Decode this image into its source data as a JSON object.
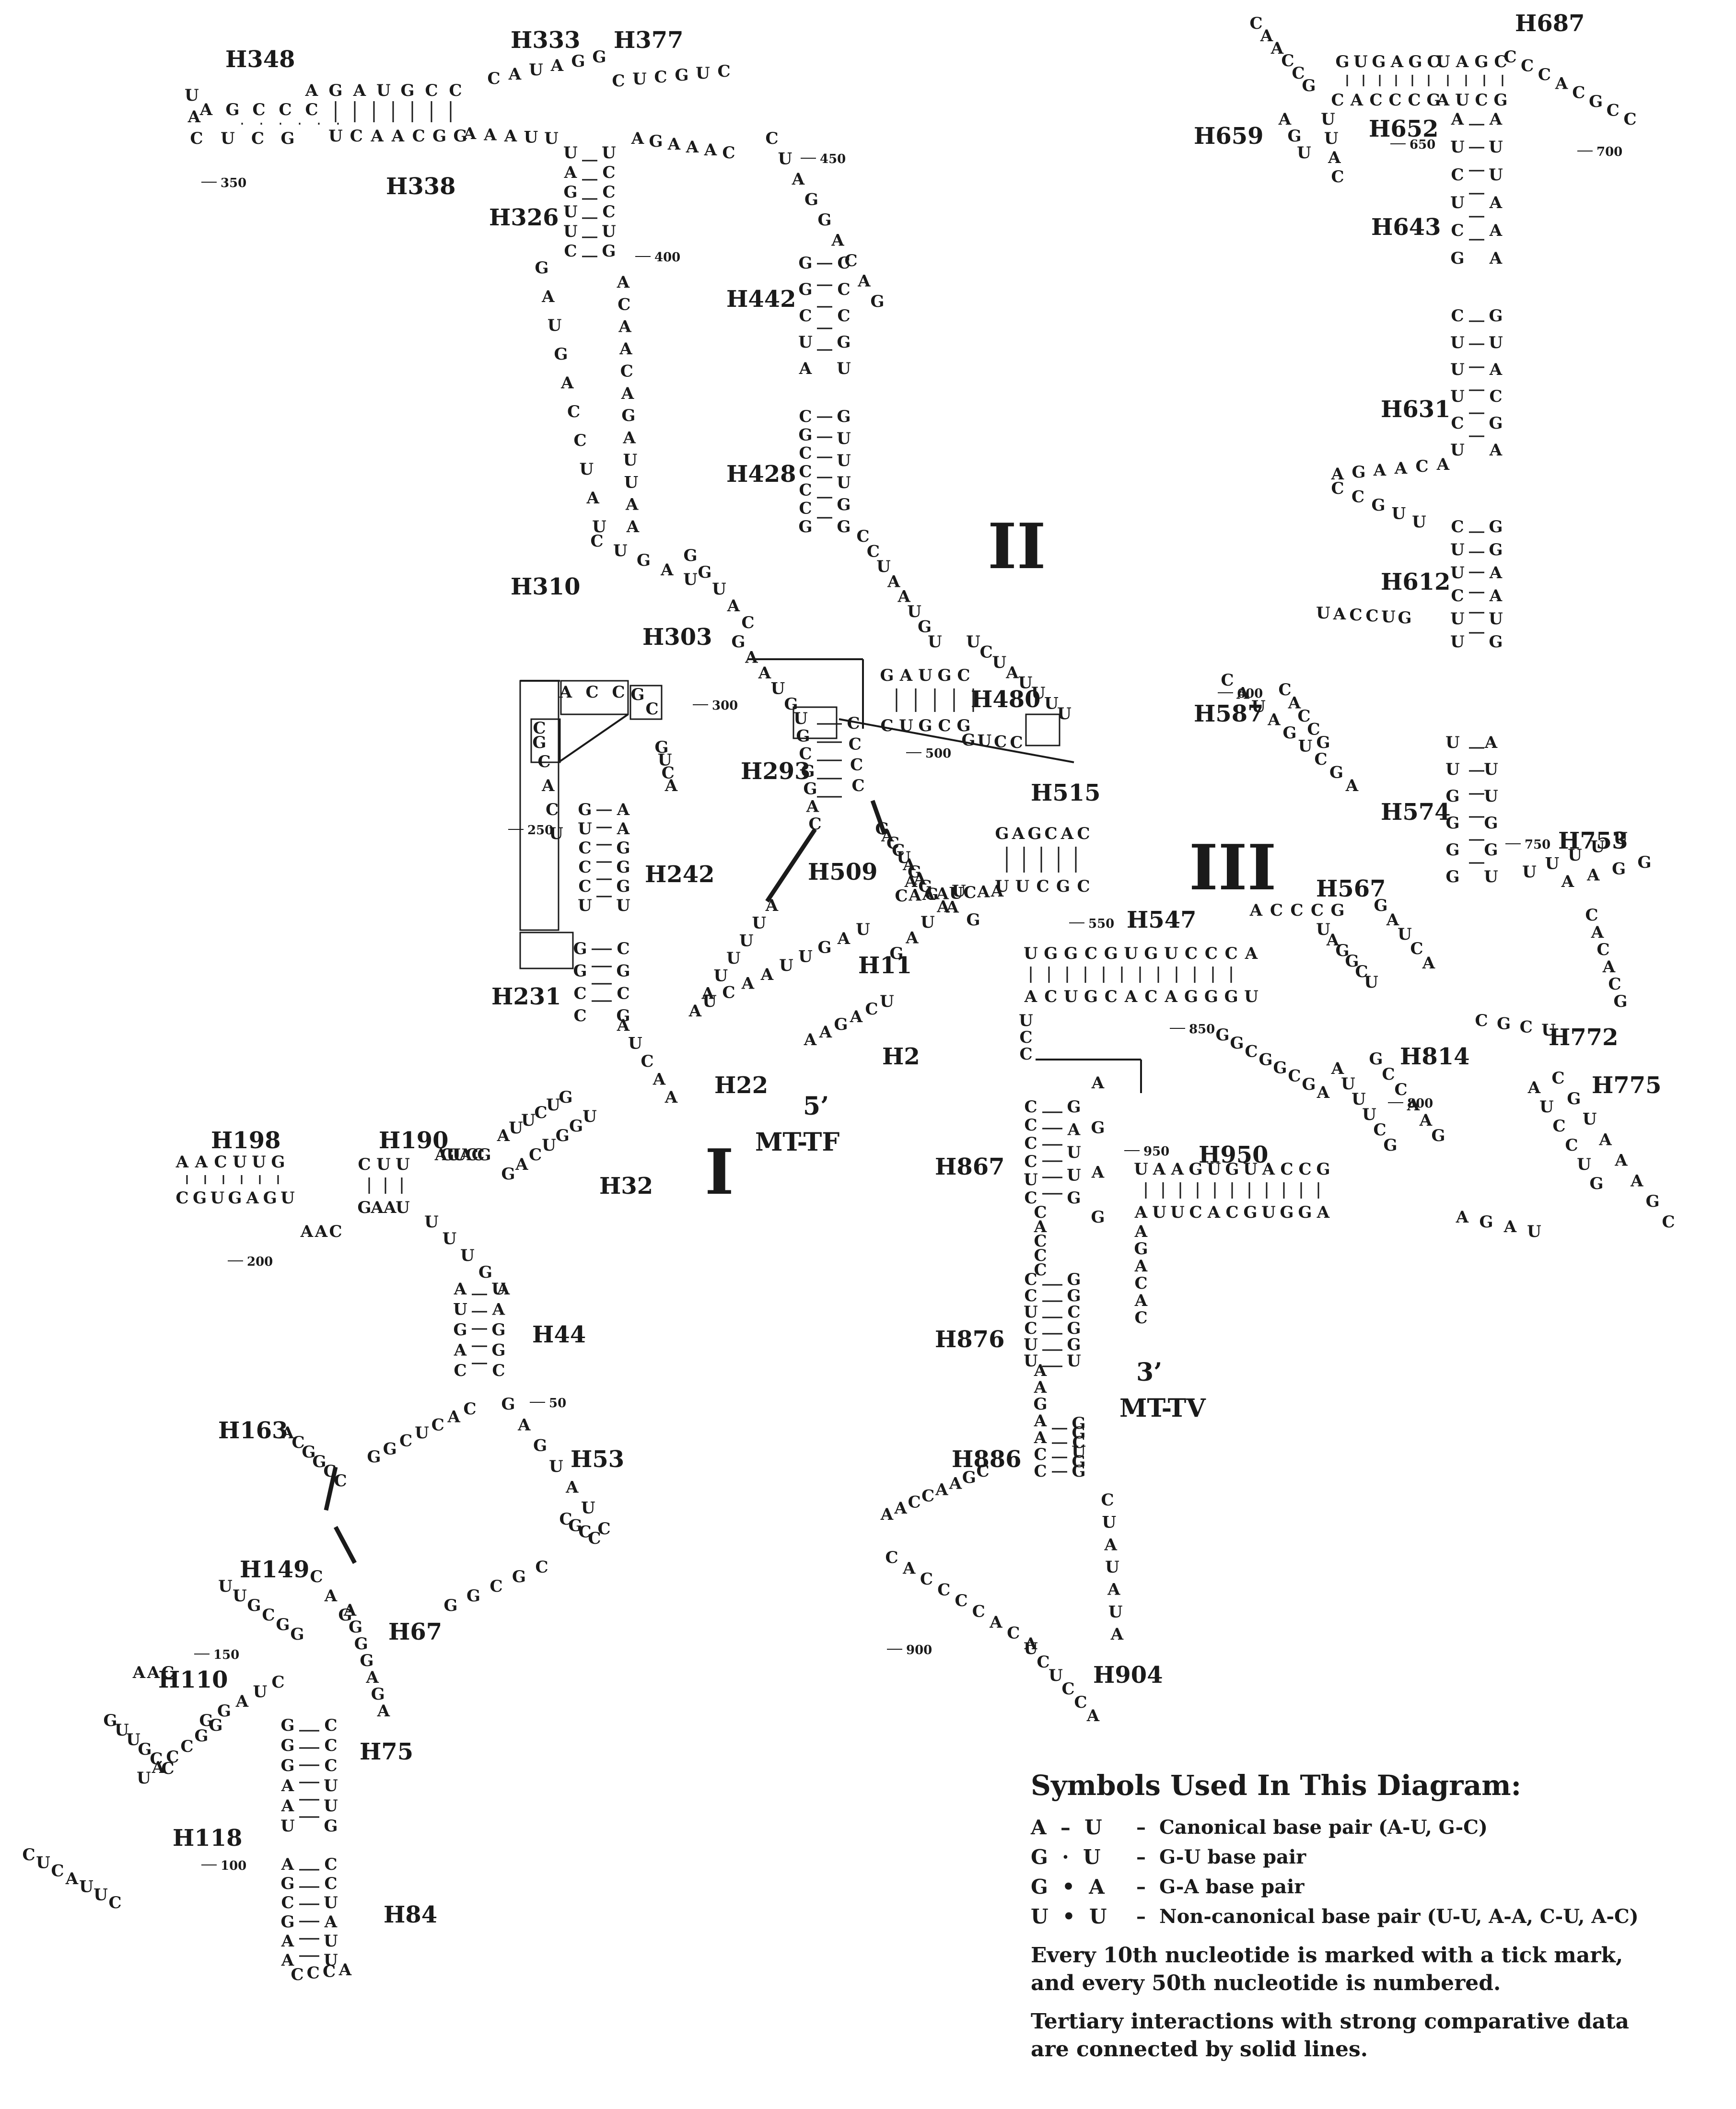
{
  "domains": [
    "I",
    "II",
    "III"
  ],
  "termini": {
    "five_prime": "5’",
    "five_prime_name": "MT-TF",
    "three_prime": "3’",
    "three_prime_name": "MT-TV"
  },
  "helices": [
    "H2",
    "H11",
    "H22",
    "H32",
    "H44",
    "H53",
    "H67",
    "H75",
    "H84",
    "H110",
    "H118",
    "H149",
    "H163",
    "H190",
    "H198",
    "H231",
    "H242",
    "H293",
    "H303",
    "H310",
    "H326",
    "H333",
    "H338",
    "H348",
    "H377",
    "H428",
    "H442",
    "H480",
    "H509",
    "H515",
    "H547",
    "H567",
    "H574",
    "H587",
    "H612",
    "H631",
    "H643",
    "H652",
    "H659",
    "H687",
    "H753",
    "H772",
    "H775",
    "H814",
    "H867",
    "H876",
    "H886",
    "H904",
    "H950"
  ],
  "position_numbers": [
    "50",
    "100",
    "150",
    "200",
    "250",
    "300",
    "350",
    "400",
    "450",
    "500",
    "550",
    "600",
    "650",
    "700",
    "750",
    "800",
    "850",
    "900",
    "950"
  ],
  "legend": {
    "title": "Symbols Used In This Diagram:",
    "rows": [
      {
        "left": "A",
        "mark": "–",
        "right": "U",
        "dash": "–",
        "text": "Canonical base pair (A-U, G-C)"
      },
      {
        "left": "G",
        "mark": "·",
        "right": "U",
        "dash": "–",
        "text": "G-U base pair"
      },
      {
        "left": "G",
        "mark": "•",
        "right": "A",
        "dash": "–",
        "text": "G-A base pair"
      },
      {
        "left": "U",
        "mark": "•",
        "right": "U",
        "dash": "–",
        "text": "Non-canonical base pair (U-U, A-A, C-U, A-C)"
      }
    ],
    "note1a": "Every 10th nucleotide is marked with a tick mark,",
    "note1b": "and every 50th nucleotide is numbered.",
    "note2a": "Tertiary interactions with strong comparative data",
    "note2b": "are connected by solid lines."
  }
}
